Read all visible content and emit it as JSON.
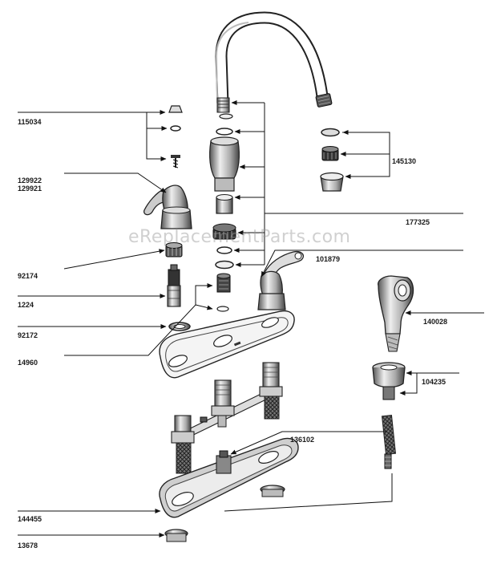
{
  "watermark": "eReplacementParts.com",
  "labels": {
    "p115034": "115034",
    "p129922": "129922",
    "p129921": "129921",
    "p92174": "92174",
    "p1224": "1224",
    "p92172": "92172",
    "p14960": "14960",
    "p145130": "145130",
    "p177325": "177325",
    "p101879": "101879",
    "p140028": "140028",
    "p104235": "104235",
    "p136102": "136102",
    "p144455": "144455",
    "p13678": "13678"
  }
}
